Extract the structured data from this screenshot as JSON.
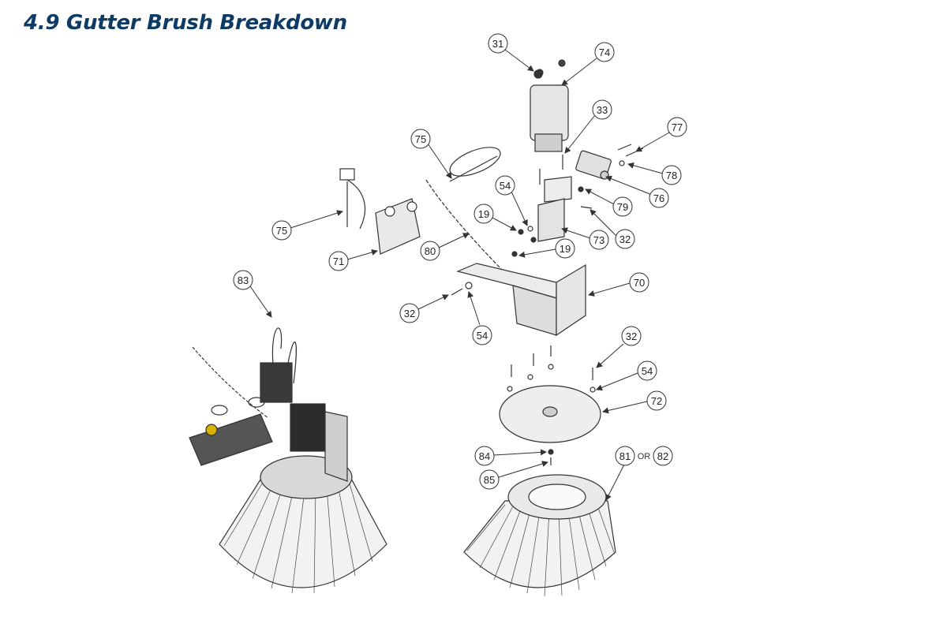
{
  "title": "4.9 Gutter Brush Breakdown",
  "or_label": "OR",
  "callouts": [
    "31",
    "74",
    "33",
    "77",
    "78",
    "76",
    "79",
    "32",
    "73",
    "75",
    "54",
    "19",
    "80",
    "19",
    "75",
    "71",
    "70",
    "83",
    "32",
    "54",
    "32",
    "54",
    "72",
    "84",
    "85",
    "81",
    "82"
  ],
  "colors": {
    "title": "#0d3b66",
    "line": "#333333",
    "part_dark": "#2b2b2b",
    "part_light": "#d9d9d9",
    "accent_yellow": "#d8b400"
  }
}
